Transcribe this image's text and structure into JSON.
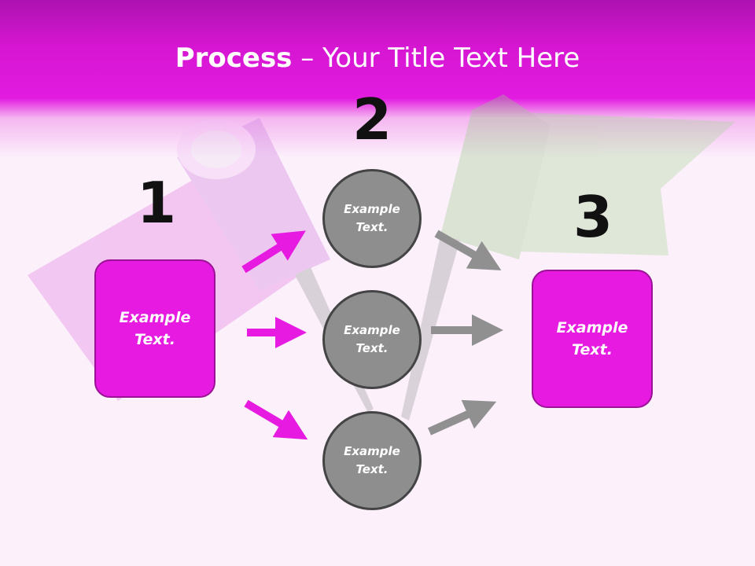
{
  "slide": {
    "title_bold": "Process",
    "title_rest": " – Your Title Text Here"
  },
  "steps": {
    "one": "1",
    "two": "2",
    "three": "3"
  },
  "nodes": {
    "left_box": "Example Text.",
    "circle_top": "Example Text.",
    "circle_middle": "Example Text.",
    "circle_bottom": "Example Text.",
    "right_box": "Example Text."
  },
  "colors": {
    "accent_magenta": "#e61ae0",
    "circle_gray": "#8e8e8e",
    "arrow_gray": "#909090"
  }
}
